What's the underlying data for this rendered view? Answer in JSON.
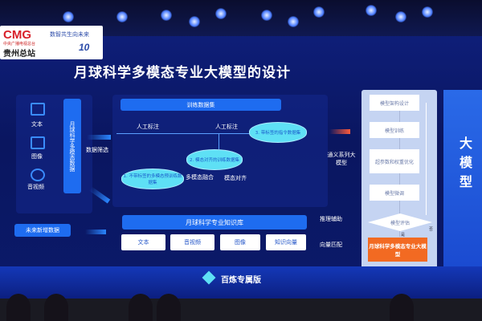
{
  "logo": {
    "brand": "CMG",
    "org": "中央广播电视总台",
    "station": "贵州总站",
    "slogan": "数智共生向未来",
    "anniversary": "10"
  },
  "slide": {
    "title": "月球科学多模态专业大模型的设计",
    "sources": {
      "items": [
        "文本",
        "图像",
        "音视频"
      ],
      "data_bar": "月球科学多模态数据",
      "filter": "数据筛选",
      "future": "未来新增数据"
    },
    "training": {
      "header": "训练数据集",
      "label1": "人工标注",
      "label2": "人工标注",
      "dataset3": "3. 带标签的指令数据集",
      "dataset2": "2. 模态对齐的训练数据集",
      "dataset1": "1. 不带标签的多模态预训练数据集",
      "fusion": "多模态融合",
      "align": "模态对齐"
    },
    "knowledge": {
      "header": "月球科学专业知识库",
      "items": [
        "文本",
        "音视频",
        "图像",
        "知识向量"
      ],
      "reasoning": "推理辅助",
      "vector": "向量匹配"
    },
    "base_model": "通义系列大模型",
    "flow": {
      "steps": [
        "模型架构设计",
        "模型训练",
        "超参数和权重优化",
        "模型微调"
      ],
      "evaluate": "模型评估",
      "yes": "是",
      "no": "否",
      "result": "月球科学多模态专业大模型"
    },
    "side_label": "大模型",
    "footer": "百炼专属版"
  },
  "colors": {
    "screen": "#0e1e78",
    "accent": "#1e6cf0",
    "orange": "#f26a22",
    "cyan": "#5ee0f5"
  }
}
